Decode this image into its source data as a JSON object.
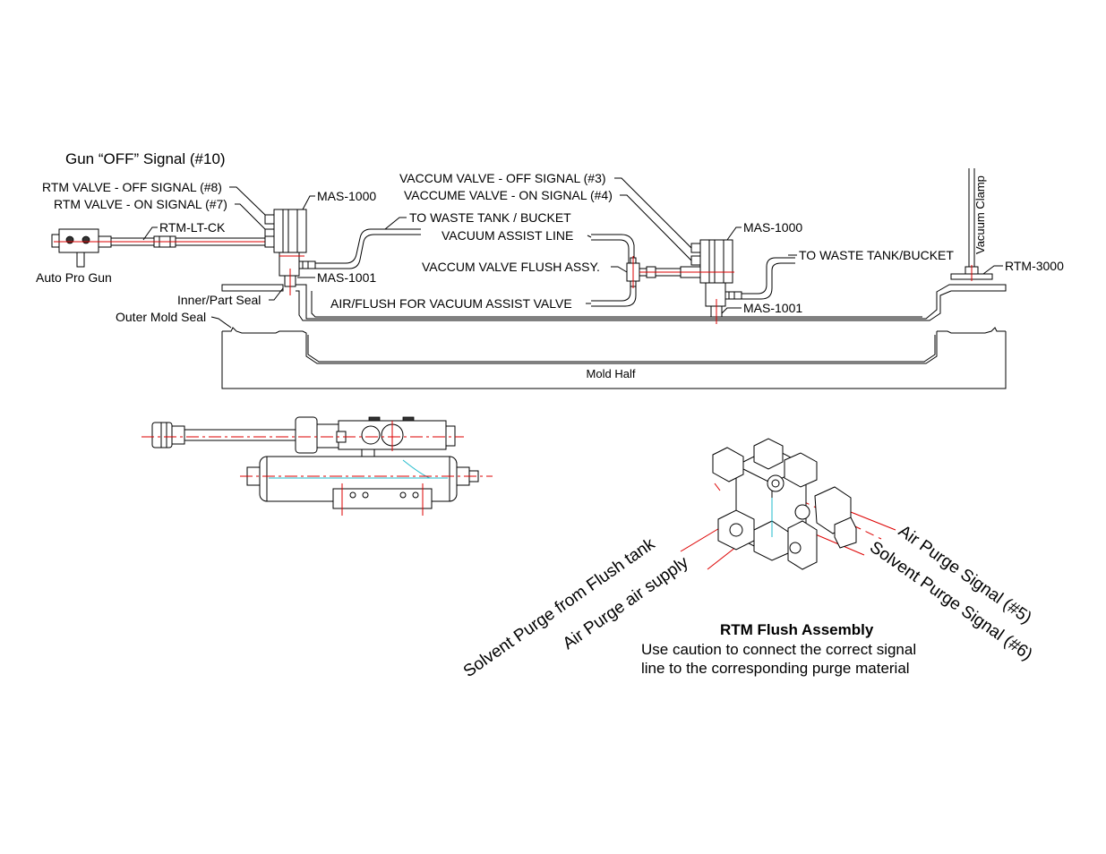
{
  "labels": {
    "gun_off_signal": "Gun “OFF” Signal (#10)",
    "rtm_valve_off": "RTM VALVE - OFF SIGNAL (#8)",
    "rtm_valve_on": "RTM VALVE - ON SIGNAL (#7)",
    "mas1000_left": "MAS-1000",
    "rtm_lt_ck": "RTM-LT-CK",
    "auto_pro_gun": "Auto Pro Gun",
    "mas1001_left": "MAS-1001",
    "inner_part_seal": "Inner/Part Seal",
    "outer_mold_seal": "Outer Mold Seal",
    "vac_valve_off": "VACCUM VALVE - OFF SIGNAL (#3)",
    "vac_valve_on": "VACCUME VALVE - ON SIGNAL (#4)",
    "waste_tank_left": "TO WASTE TANK / BUCKET",
    "vacuum_assist_line": "VACUUM ASSIST LINE",
    "mas1000_right": "MAS-1000",
    "vac_flush_assy": "VACCUM VALVE FLUSH ASSY.",
    "waste_tank_right": "TO WASTE TANK/BUCKET",
    "air_flush_vac": "AIR/FLUSH FOR VACUUM ASSIST VALVE",
    "mas1001_right": "MAS-1001",
    "vacuum_clamp": "Vacuum Clamp",
    "rtm3000": "RTM-3000",
    "mold_half": "Mold Half",
    "air_purge_signal": "Air Purge Signal (#5)",
    "solvent_purge_signal": "Solvent Purge Signal (#6)",
    "solvent_purge_flush": "Solvent Purge from Flush tank",
    "air_purge_supply": "Air Purge air supply",
    "flush_title": "RTM Flush Assembly",
    "flush_caution_1": "Use caution to connect the correct signal",
    "flush_caution_2": "line to the corresponding purge material"
  },
  "colors": {
    "line": "#000000",
    "centerline": "#dd0000",
    "accent": "#22bbcc",
    "background": "#ffffff"
  }
}
